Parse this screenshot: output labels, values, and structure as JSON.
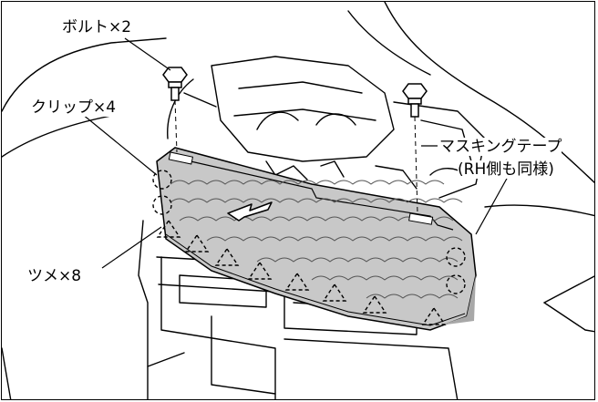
{
  "labels": {
    "bolt": "ボルト×2",
    "clip": "クリップ×4",
    "tab": "ツメ×8",
    "tape_line1": "マスキングテープ",
    "tape_line2": "(RH側も同様)"
  },
  "colors": {
    "line": "#000000",
    "grille_fill": "#c8c8c8",
    "grille_shadow": "#a8a8a8",
    "background": "#ffffff"
  },
  "icons": [
    "bolt-icon",
    "clip-marker-icon",
    "tab-marker-icon",
    "removal-arrow-icon"
  ]
}
